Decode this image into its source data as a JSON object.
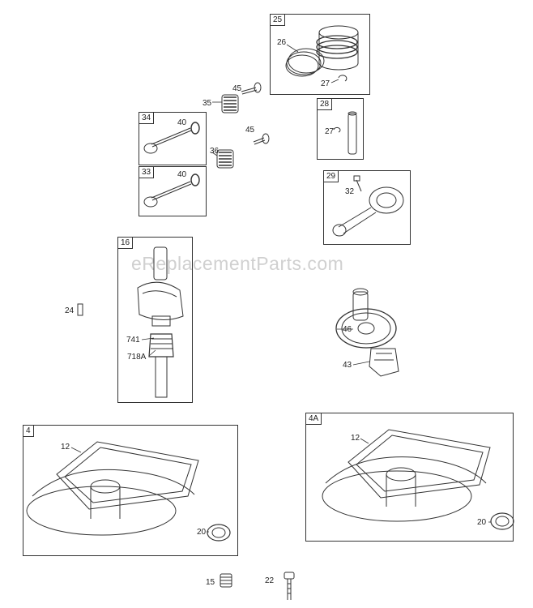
{
  "watermark": "eReplacementParts.com",
  "boxes": {
    "b25": "25",
    "b34": "34",
    "b33": "33",
    "b28": "28",
    "b29": "29",
    "b16": "16",
    "b4": "4",
    "b4a": "4A"
  },
  "labels": {
    "l26": "26",
    "l27a": "27",
    "l45a": "45",
    "l35": "35",
    "l40a": "40",
    "l45b": "45",
    "l36": "36",
    "l40b": "40",
    "l27b": "27",
    "l32": "32",
    "l24": "24",
    "l741": "741",
    "l718a": "718A",
    "l46": "46",
    "l43": "43",
    "l12a": "12",
    "l20a": "20",
    "l12b": "12",
    "l20b": "20",
    "l15": "15",
    "l22": "22"
  },
  "line_color": "#333333"
}
